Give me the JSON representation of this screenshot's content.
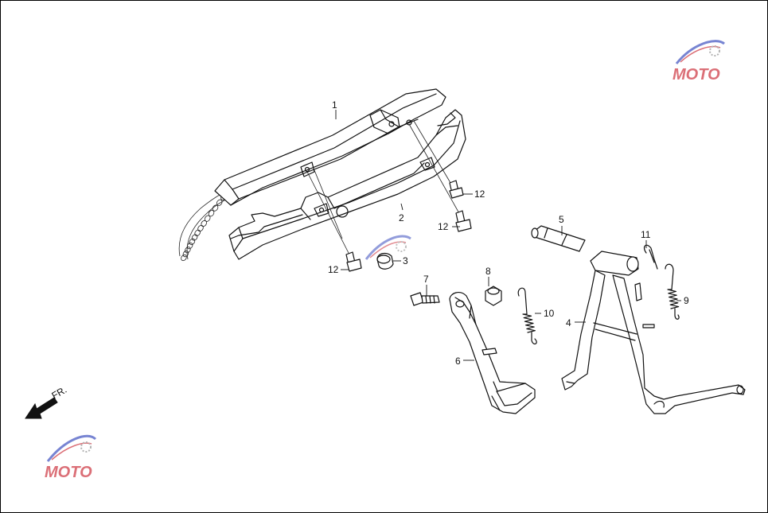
{
  "diagram": {
    "direction_label": "FR.",
    "callouts": [
      "1",
      "2",
      "3",
      "4",
      "5",
      "6",
      "7",
      "8",
      "9",
      "10",
      "11",
      "12",
      "12",
      "12"
    ]
  },
  "watermark": {
    "brand": "MOTO"
  },
  "colors": {
    "line": "#111111",
    "background": "#ffffff",
    "watermark_blue": "#4a5bc4",
    "watermark_red": "#d0404a"
  }
}
